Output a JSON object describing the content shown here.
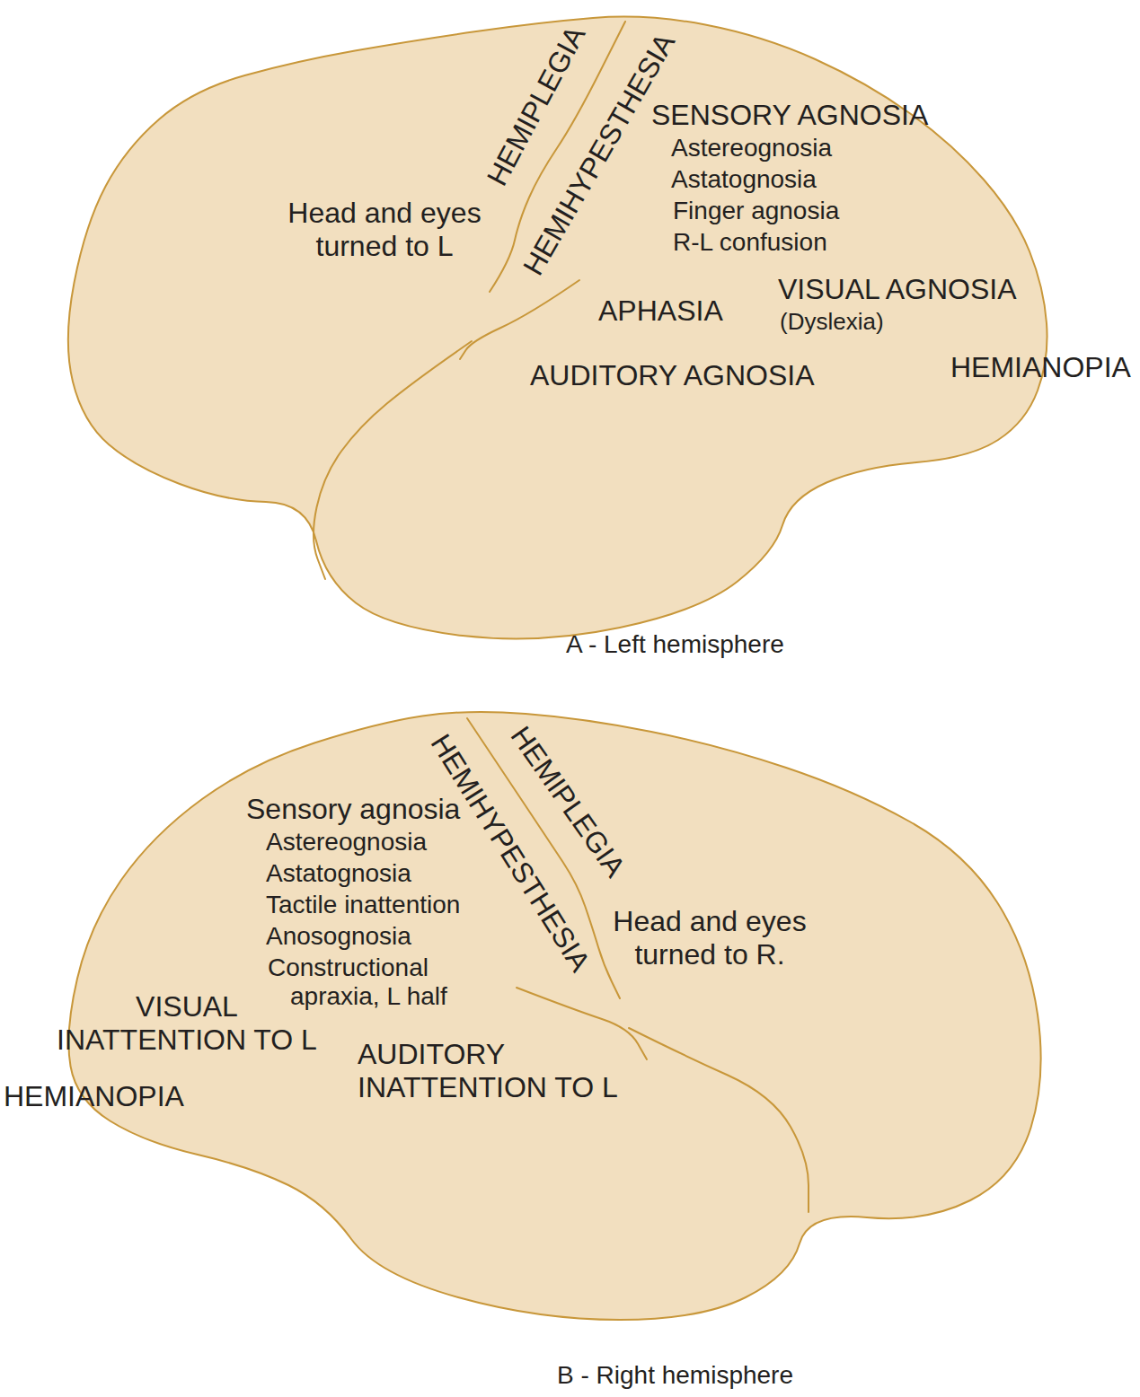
{
  "diagram": {
    "labels": [
      "HEMIPLEGIA",
      "HEMIHYPESTHESIA",
      "SENSORY AGNOSIA",
      "Astereognosia",
      "Astatognosia",
      "Finger agnosia",
      "R-L confusion",
      "Head and eyes turned to L",
      "APHASIA",
      "VISUAL AGNOSIA",
      "(Dyslexia)",
      "AUDITORY AGNOSIA",
      "HEMIANOPIA",
      "A - Left hemisphere",
      "Sensory agnosia",
      "Astereognosia",
      "Astatognosia",
      "Tactile inattention",
      "Anosognosia",
      "Constructional apraxia, L half",
      "HEMIHYPESTHESIA",
      "HEMIPLEGIA",
      "Head and eyes turned to R.",
      "VISUAL INATTENTION TO L",
      "AUDITORY INATTENTION TO L",
      "HEMIANOPIA",
      "B - Right hemisphere"
    ]
  }
}
